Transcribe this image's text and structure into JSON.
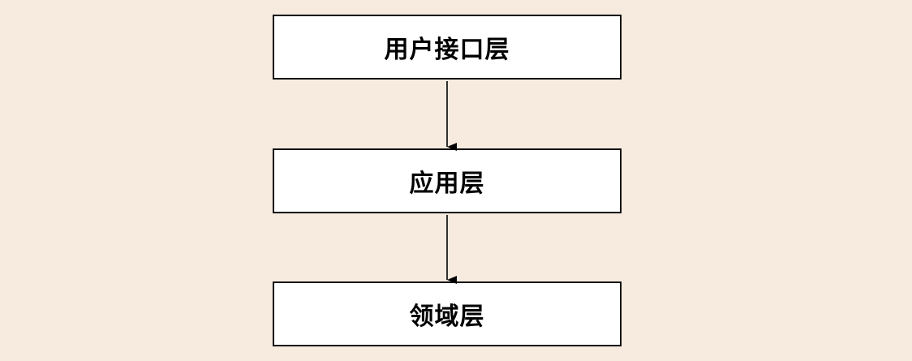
{
  "colors": {
    "background": "#f7ebe0",
    "box_fill": "#ffffff",
    "box_border": "#000000",
    "arrow": "#000000",
    "text": "#000000"
  },
  "layers": [
    {
      "label": "用户接口层"
    },
    {
      "label": "应用层"
    },
    {
      "label": "领域层"
    }
  ]
}
